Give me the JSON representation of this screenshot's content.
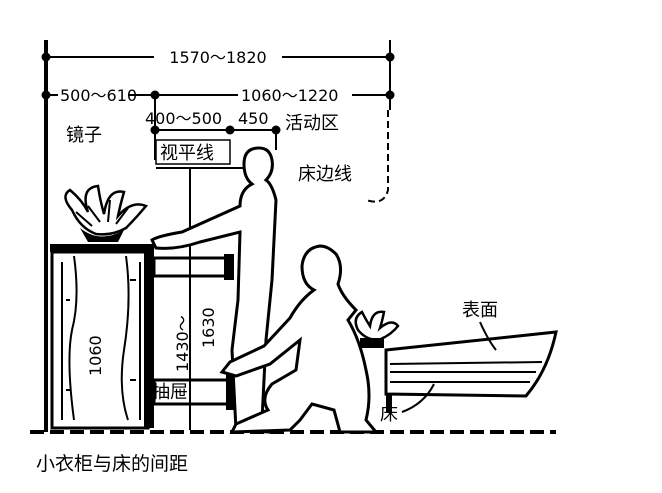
{
  "dimensions": {
    "total_depth": "1570～1820",
    "mirror_zone": "500～610",
    "activity_zone": "1060～1220",
    "reach_zone": "400～500",
    "step_zone": "450",
    "dresser_height": "1060",
    "eye_height_low": "1430～",
    "eye_height_high": "1630"
  },
  "labels": {
    "mirror": "镜子",
    "eye_level": "视平线",
    "activity_area": "活动区",
    "bed_edge_line": "床边线",
    "surface": "表面",
    "bed": "床",
    "drawer": "抽屉"
  },
  "caption": "小衣柜与床的间距"
}
